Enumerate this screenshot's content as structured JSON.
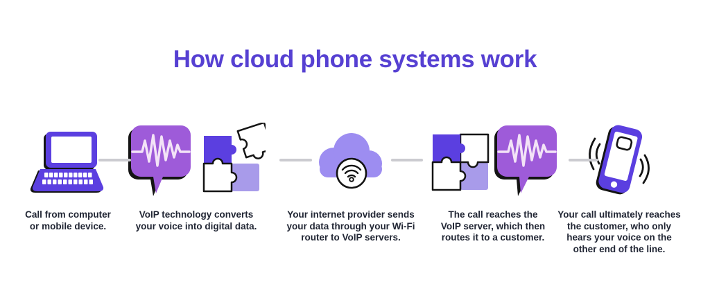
{
  "title": "How cloud phone systems work",
  "colors": {
    "title_purple": "#5640d2",
    "icon_indigo": "#5b3fe0",
    "bubble_purple": "#9e5bd9",
    "puzzle_lavender": "#a89bea",
    "cloud_periwinkle": "#9d8df1",
    "waveform_pink": "#f3e3f7",
    "outline_black": "#141414",
    "connector_gray": "#cbcbd0",
    "caption_dark": "#212634",
    "background": "#ffffff"
  },
  "steps": [
    {
      "icon": "laptop-icon",
      "caption": "Call from computer\nor mobile device."
    },
    {
      "icon": "voip-bubble-puzzle-icon",
      "caption": "VoIP technology converts\nyour voice into digital data."
    },
    {
      "icon": "cloud-wifi-icon",
      "caption": "Your internet provider sends\nyour data through your Wi-Fi\nrouter to VoIP servers."
    },
    {
      "icon": "puzzle-bubble-icon",
      "caption": "The call reaches the\nVoIP server, which then\nroutes it to a customer."
    },
    {
      "icon": "ringing-phone-icon",
      "caption": "Your call ultimately reaches\nthe customer, who only\nhears your voice on the\nother end of the line."
    }
  ]
}
